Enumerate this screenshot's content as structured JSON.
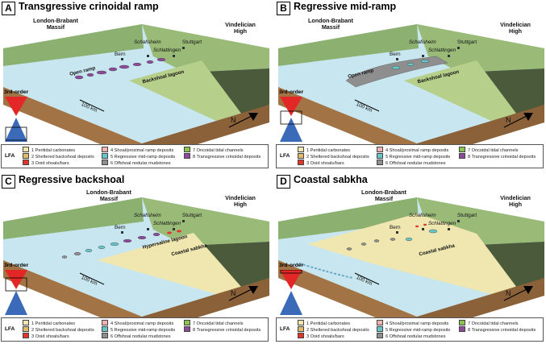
{
  "panels": [
    {
      "letter": "A",
      "title": "Transgressive crinoidal ramp",
      "massif": "London-Brabant\nMassif",
      "high": "Vindelician\nHigh",
      "cities": {
        "bern": "Bern",
        "schaffisheim": "Schafisheim",
        "schlattingen": "Schlattingen",
        "stuttgart": "Stuttgart"
      },
      "facies_labels": [
        "Open ramp",
        "Backshoal lagoon"
      ],
      "scale": "100 km",
      "order_label": "3rd-order",
      "north": "N"
    },
    {
      "letter": "B",
      "title": "Regressive mid-ramp",
      "massif": "London-Brabant\nMassif",
      "high": "Vindelician\nHigh",
      "cities": {
        "bern": "Bern",
        "schaffisheim": "Schafisheim",
        "schlattingen": "Schlattingen",
        "stuttgart": "Stuttgart"
      },
      "facies_labels": [
        "Open ramp",
        "Backshoal lagoon"
      ],
      "scale": "100 km",
      "order_label": "3rd-order",
      "north": "N"
    },
    {
      "letter": "C",
      "title": "Regressive backshoal",
      "massif": "London-Brabant\nMassif",
      "high": "Vindelician\nHigh",
      "cities": {
        "bern": "Bern",
        "schaffisheim": "Schafisheim",
        "schlattingen": "Schlattingen",
        "stuttgart": "Stuttgart"
      },
      "facies_labels": [
        "Hypersaline lagoon",
        "Coastal sabkha"
      ],
      "scale": "100 km",
      "order_label": "3rd-order",
      "north": "N"
    },
    {
      "letter": "D",
      "title": "Coastal sabkha",
      "massif": "London-Brabant\nMassif",
      "high": "Vindelician\nHigh",
      "cities": {
        "bern": "Bern",
        "schaffisheim": "Schafisheim",
        "schlattingen": "Schlattingen",
        "stuttgart": "Stuttgart"
      },
      "facies_labels": [
        "Coastal sabkha"
      ],
      "scale": "100 km",
      "order_label": "3rd-order",
      "north": "N"
    }
  ],
  "legend": {
    "title": "LFA",
    "items": [
      {
        "label": "1 Peritidal carbonates",
        "color": "#efe6b0"
      },
      {
        "label": "2 Sheltered backshoal deposits",
        "color": "#e0b96a"
      },
      {
        "label": "3 Ooid shoals/bars",
        "color": "#e0362b"
      },
      {
        "label": "4 Shoal/proximal ramp deposits",
        "color": "#f3b3b3"
      },
      {
        "label": "5 Regressive mid-ramp deposits",
        "color": "#69c6c8"
      },
      {
        "label": "6 Offshoal nodular mudstones",
        "color": "#8e8e8e"
      },
      {
        "label": "7 Oncoidal tidal channels",
        "color": "#8cc24e"
      },
      {
        "label": "8 Transgressive crinoidal deposits",
        "color": "#8e4a9a"
      }
    ]
  },
  "colors": {
    "sea": "#c8e6ef",
    "coast": "#efe6b0",
    "land": "#8cb070",
    "land_dark": "#4a5a3a",
    "block_side": "#b78a55",
    "block_front": "#a27445",
    "order_red": "#e32626",
    "order_blue": "#3b6bb8"
  }
}
